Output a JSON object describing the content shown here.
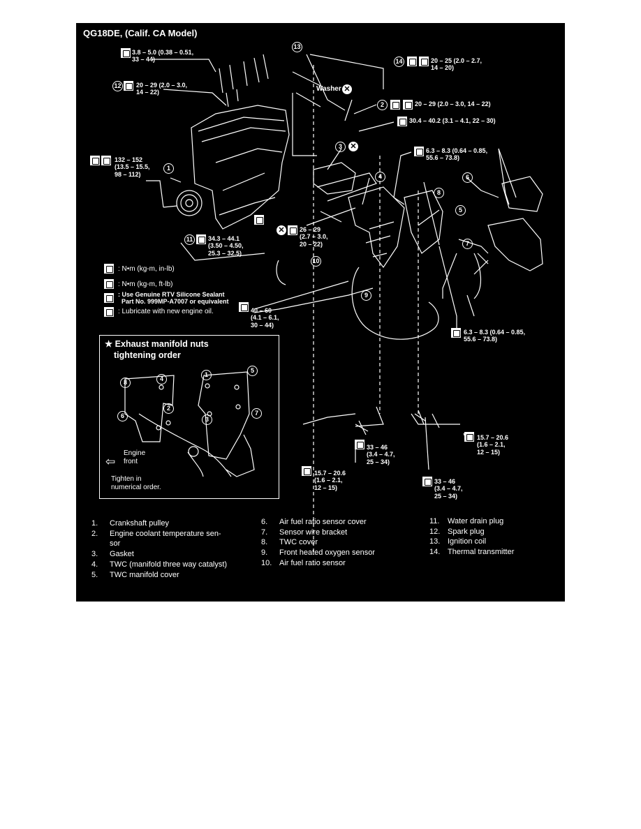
{
  "title": "QG18DE, (Calif. CA Model)",
  "callouts": {
    "c_3_8": "3.8 – 5.0 (0.38 – 0.51,\n33 – 44)",
    "c_12": "20 – 29 (2.0 – 3.0,\n14 – 22)",
    "c_14": "20 – 25 (2.0 – 2.7,\n14 – 20)",
    "washer": "Washer",
    "c_2": "20 – 29 (2.0 – 3.0, 14 – 22)",
    "c_30_4": "30.4 – 40.2 (3.1 – 4.1, 22 – 30)",
    "c_132": "132 – 152\n(13.5 – 15.5,\n98 – 112)",
    "c_6_3_top": "6.3 – 8.3 (0.64 – 0.85,\n55.6 – 73.8)",
    "c_26": "26 – 29\n(2.7 – 3.0,\n20 – 22)",
    "c_11": "34.3 – 44.1\n(3.50 – 4.50,\n25.3 – 32.5)",
    "c_40": "40 – 60\n(4.1 – 6.1,\n30 – 44)",
    "c_6_3_bot": "6.3 – 8.3 (0.64 – 0.85,\n55.6 – 73.8)",
    "c_15_right": "15.7 – 20.6\n(1.6 – 2.1,\n12 – 15)",
    "c_33_mid": "33 – 46\n(3.4 – 4.7,\n25 – 34)",
    "c_15_left": "15.7 – 20.6\n(1.6 – 2.1,\n12 – 15)",
    "c_33_right": "33 – 46\n(3.4 – 4.7,\n25 – 34)"
  },
  "legend": {
    "nm_kgm_inlb": ": N•m (kg-m, in-lb)",
    "nm_kgm_ftlb": ": N•m (kg-m, ft-lb)",
    "sealant": ": Use Genuine RTV Silicone Sealant\n  Part No. 999MP-A7007 or equivalent",
    "lubricate": ": Lubricate with new engine oil."
  },
  "inset": {
    "heading_1": "★ Exhaust manifold nuts",
    "heading_2": "tightening order",
    "engine_front": "Engine\nfront",
    "note": "Tighten in\nnumerical order."
  },
  "parts_col1": [
    {
      "n": "1.",
      "label": "Crankshaft pulley"
    },
    {
      "n": "2.",
      "label": "Engine coolant temperature sen-\nsor"
    },
    {
      "n": "3.",
      "label": "Gasket"
    },
    {
      "n": "4.",
      "label": "TWC (manifold three way catalyst)"
    },
    {
      "n": "5.",
      "label": "TWC manifold cover"
    }
  ],
  "parts_col2": [
    {
      "n": "6.",
      "label": "Air fuel ratio sensor cover"
    },
    {
      "n": "7.",
      "label": "Sensor wire bracket"
    },
    {
      "n": "8.",
      "label": "TWC cover"
    },
    {
      "n": "9.",
      "label": "Front heated oxygen sensor"
    },
    {
      "n": "10.",
      "label": "Air fuel ratio sensor"
    }
  ],
  "parts_col3": [
    {
      "n": "11.",
      "label": "Water drain plug"
    },
    {
      "n": "12.",
      "label": "Spark plug"
    },
    {
      "n": "13.",
      "label": "Ignition coil"
    },
    {
      "n": "14.",
      "label": "Thermal transmitter"
    }
  ],
  "colors": {
    "background": "#000000",
    "ink": "#ffffff",
    "page": "#ffffff"
  }
}
